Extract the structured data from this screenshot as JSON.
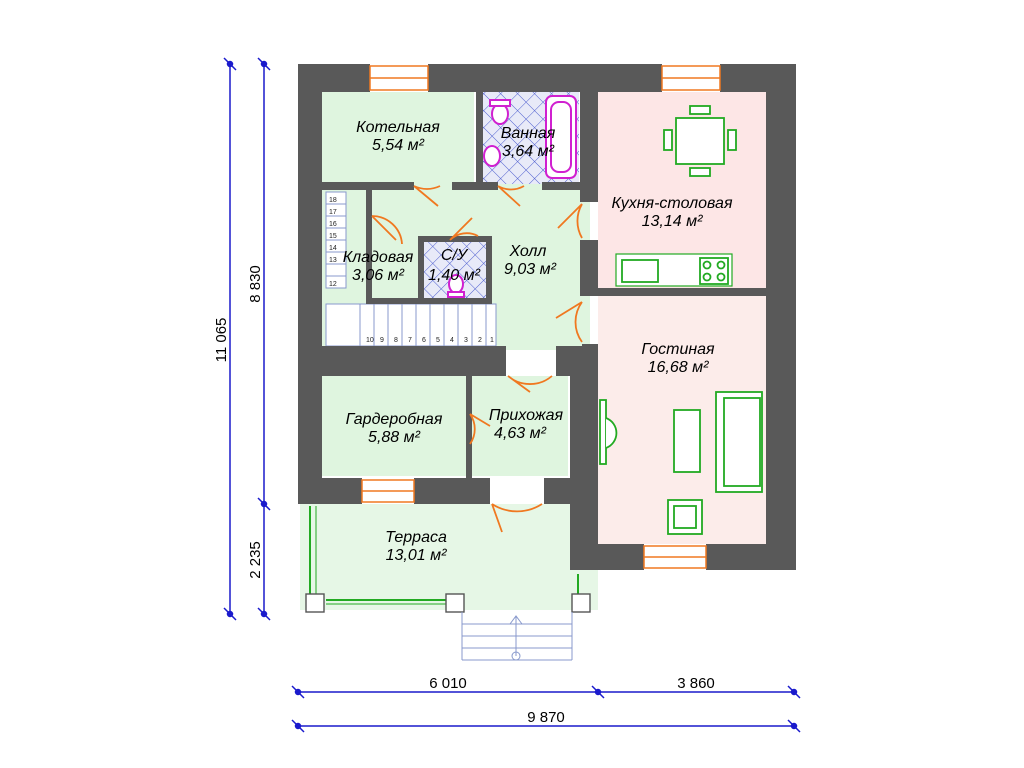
{
  "rooms": {
    "boiler": {
      "name": "Котельная",
      "area": "5,54 м²"
    },
    "bath": {
      "name": "Ванная",
      "area": "3,64 м²"
    },
    "kitchen": {
      "name": "Кухня-столовая",
      "area": "13,14 м²"
    },
    "pantry": {
      "name": "Кладовая",
      "area": "3,06 м²"
    },
    "wc": {
      "name": "С/У",
      "area": "1,40 м²"
    },
    "hall": {
      "name": "Холл",
      "area": "9,03 м²"
    },
    "living": {
      "name": "Гостиная",
      "area": "16,68 м²"
    },
    "wardrobe": {
      "name": "Гардеробная",
      "area": "5,88 м²"
    },
    "entrance": {
      "name": "Прихожая",
      "area": "4,63 м²"
    },
    "terrace": {
      "name": "Терраса",
      "area": "13,01 м²"
    }
  },
  "dimensions": {
    "bottom_left": "6 010",
    "bottom_right": "3 860",
    "bottom_total": "9 870",
    "left_total": "11 065",
    "left_main": "8 830",
    "left_terrace": "2 235"
  },
  "stairs": {
    "upper_steps": [
      "18",
      "17",
      "16",
      "15",
      "14",
      "13",
      "12"
    ],
    "lower_steps": [
      "10",
      "9",
      "8",
      "7",
      "6",
      "5",
      "4",
      "3",
      "2",
      "1"
    ]
  },
  "colors": {
    "wall": "#595959",
    "room_green": "#dff5df",
    "kitchen_pink": "#fde6e6",
    "living_pink": "#fcecea",
    "dimension_blue": "#1a1acc",
    "door_orange": "#f07820",
    "fixture_green": "#22aa22",
    "fixture_magenta": "#d020d0",
    "tile_blue": "#5060d0"
  }
}
